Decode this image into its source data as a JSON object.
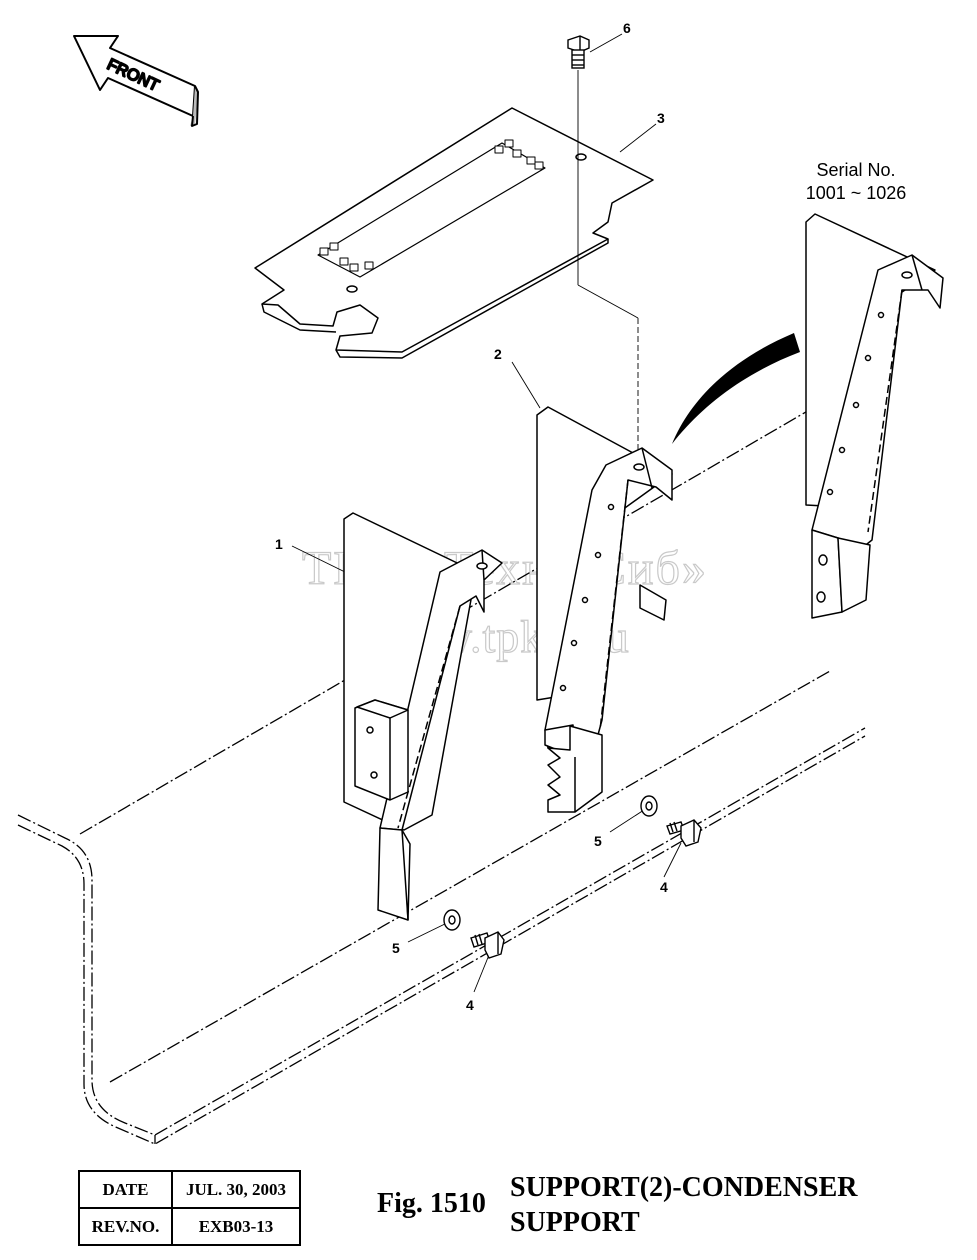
{
  "front_arrow": {
    "label": "FRONT"
  },
  "serial": {
    "line1": "Serial No.",
    "line2": "1001 ~ 1026"
  },
  "watermark": {
    "line1": "ТПК «Техно-Сиб»",
    "line2": "www.tpkts.ru"
  },
  "callouts": {
    "support_1": "1",
    "support_2": "2",
    "cover_plate": "3",
    "bolt_4_right": "4",
    "bolt_4_left": "4",
    "washer_5_right": "5",
    "washer_5_left": "5",
    "bolt_6": "6"
  },
  "title_block": {
    "date_label": "DATE",
    "date_value": "JUL. 30, 2003",
    "rev_label": "REV.NO.",
    "rev_value": "EXB03-13"
  },
  "figure": {
    "number": "Fig. 1510",
    "title_line1": "SUPPORT(2)-CONDENSER",
    "title_line2": "SUPPORT"
  }
}
